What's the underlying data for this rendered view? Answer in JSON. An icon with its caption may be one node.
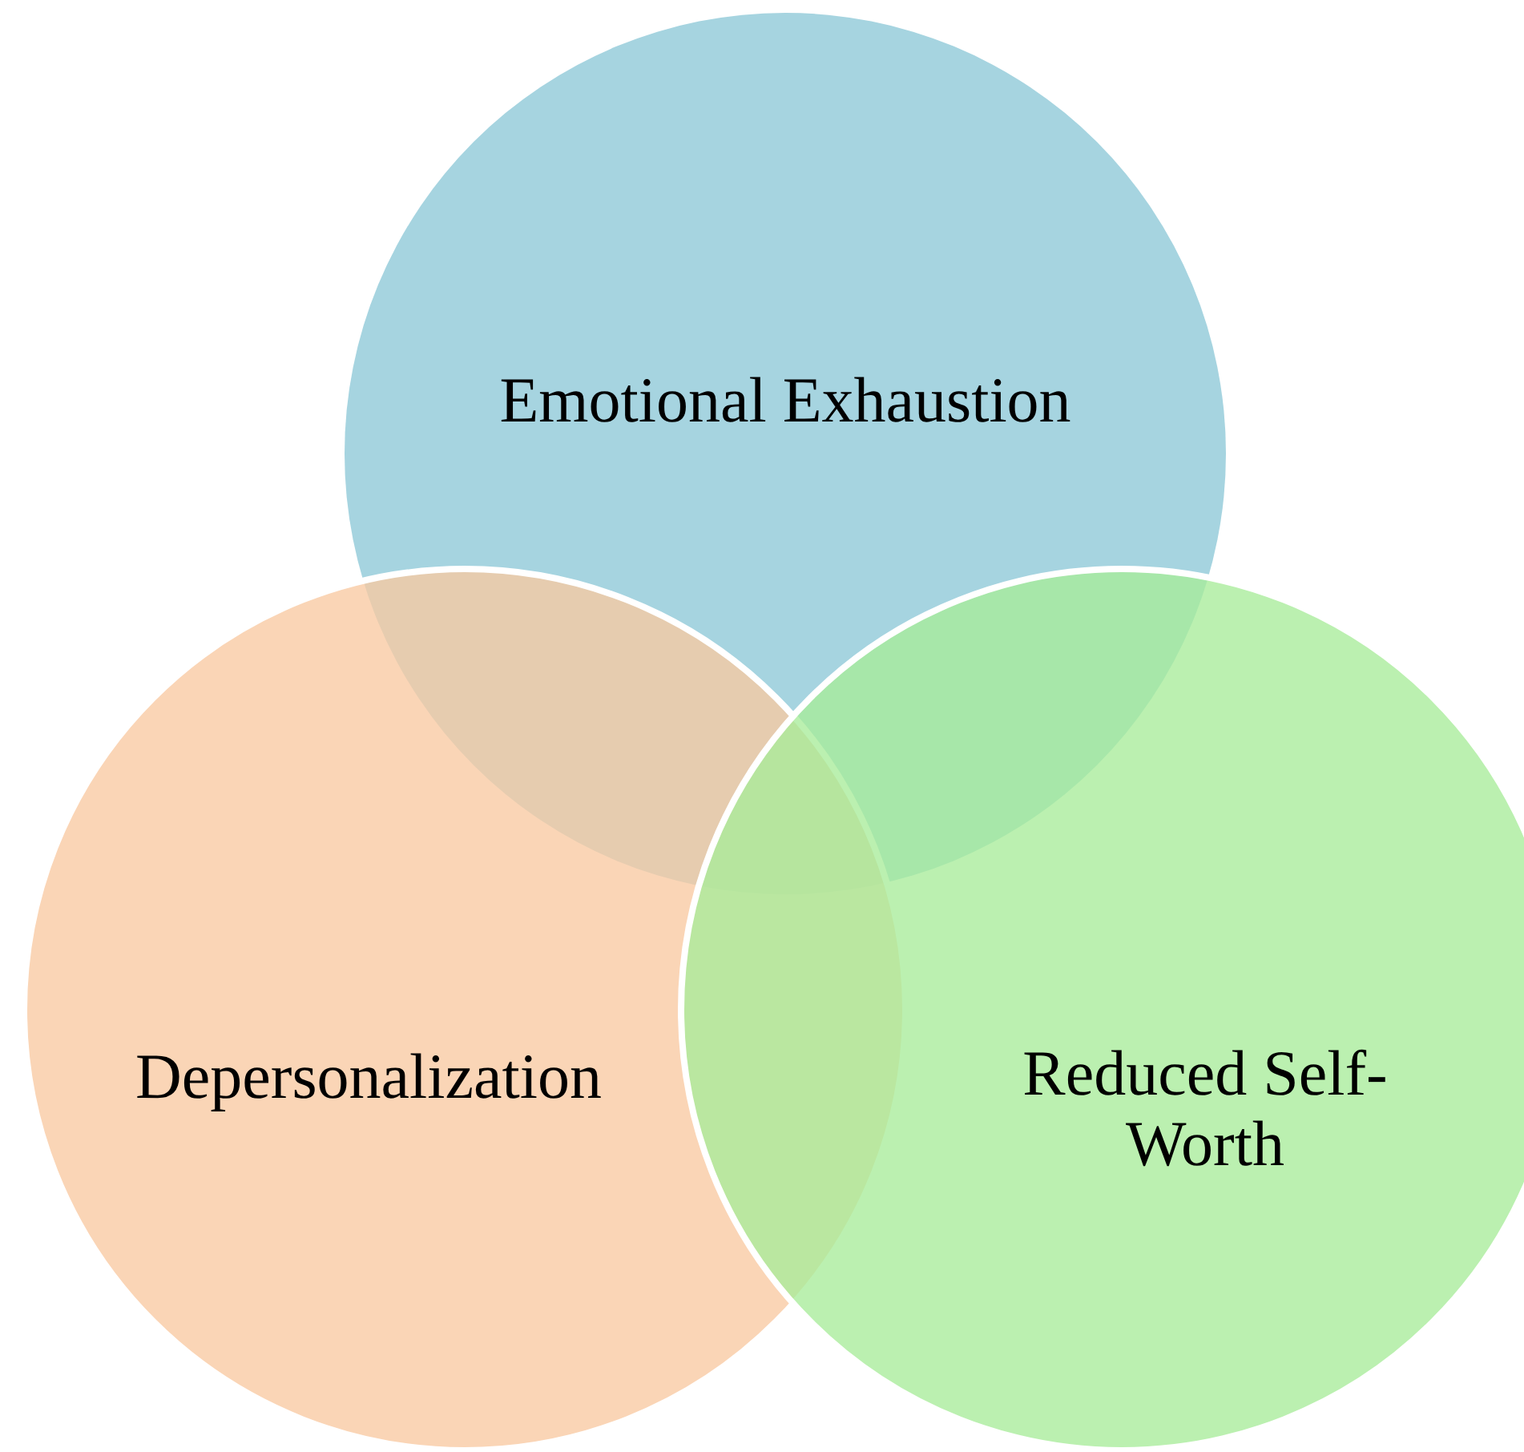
{
  "diagram": {
    "nodes": [
      {
        "text": [
          "Emotional Exhaustion"
        ]
      },
      {
        "text": [
          "Depersonalization"
        ]
      },
      {
        "text": [
          "Reduced Self-Worth"
        ]
      }
    ],
    "edges": []
  }
}
